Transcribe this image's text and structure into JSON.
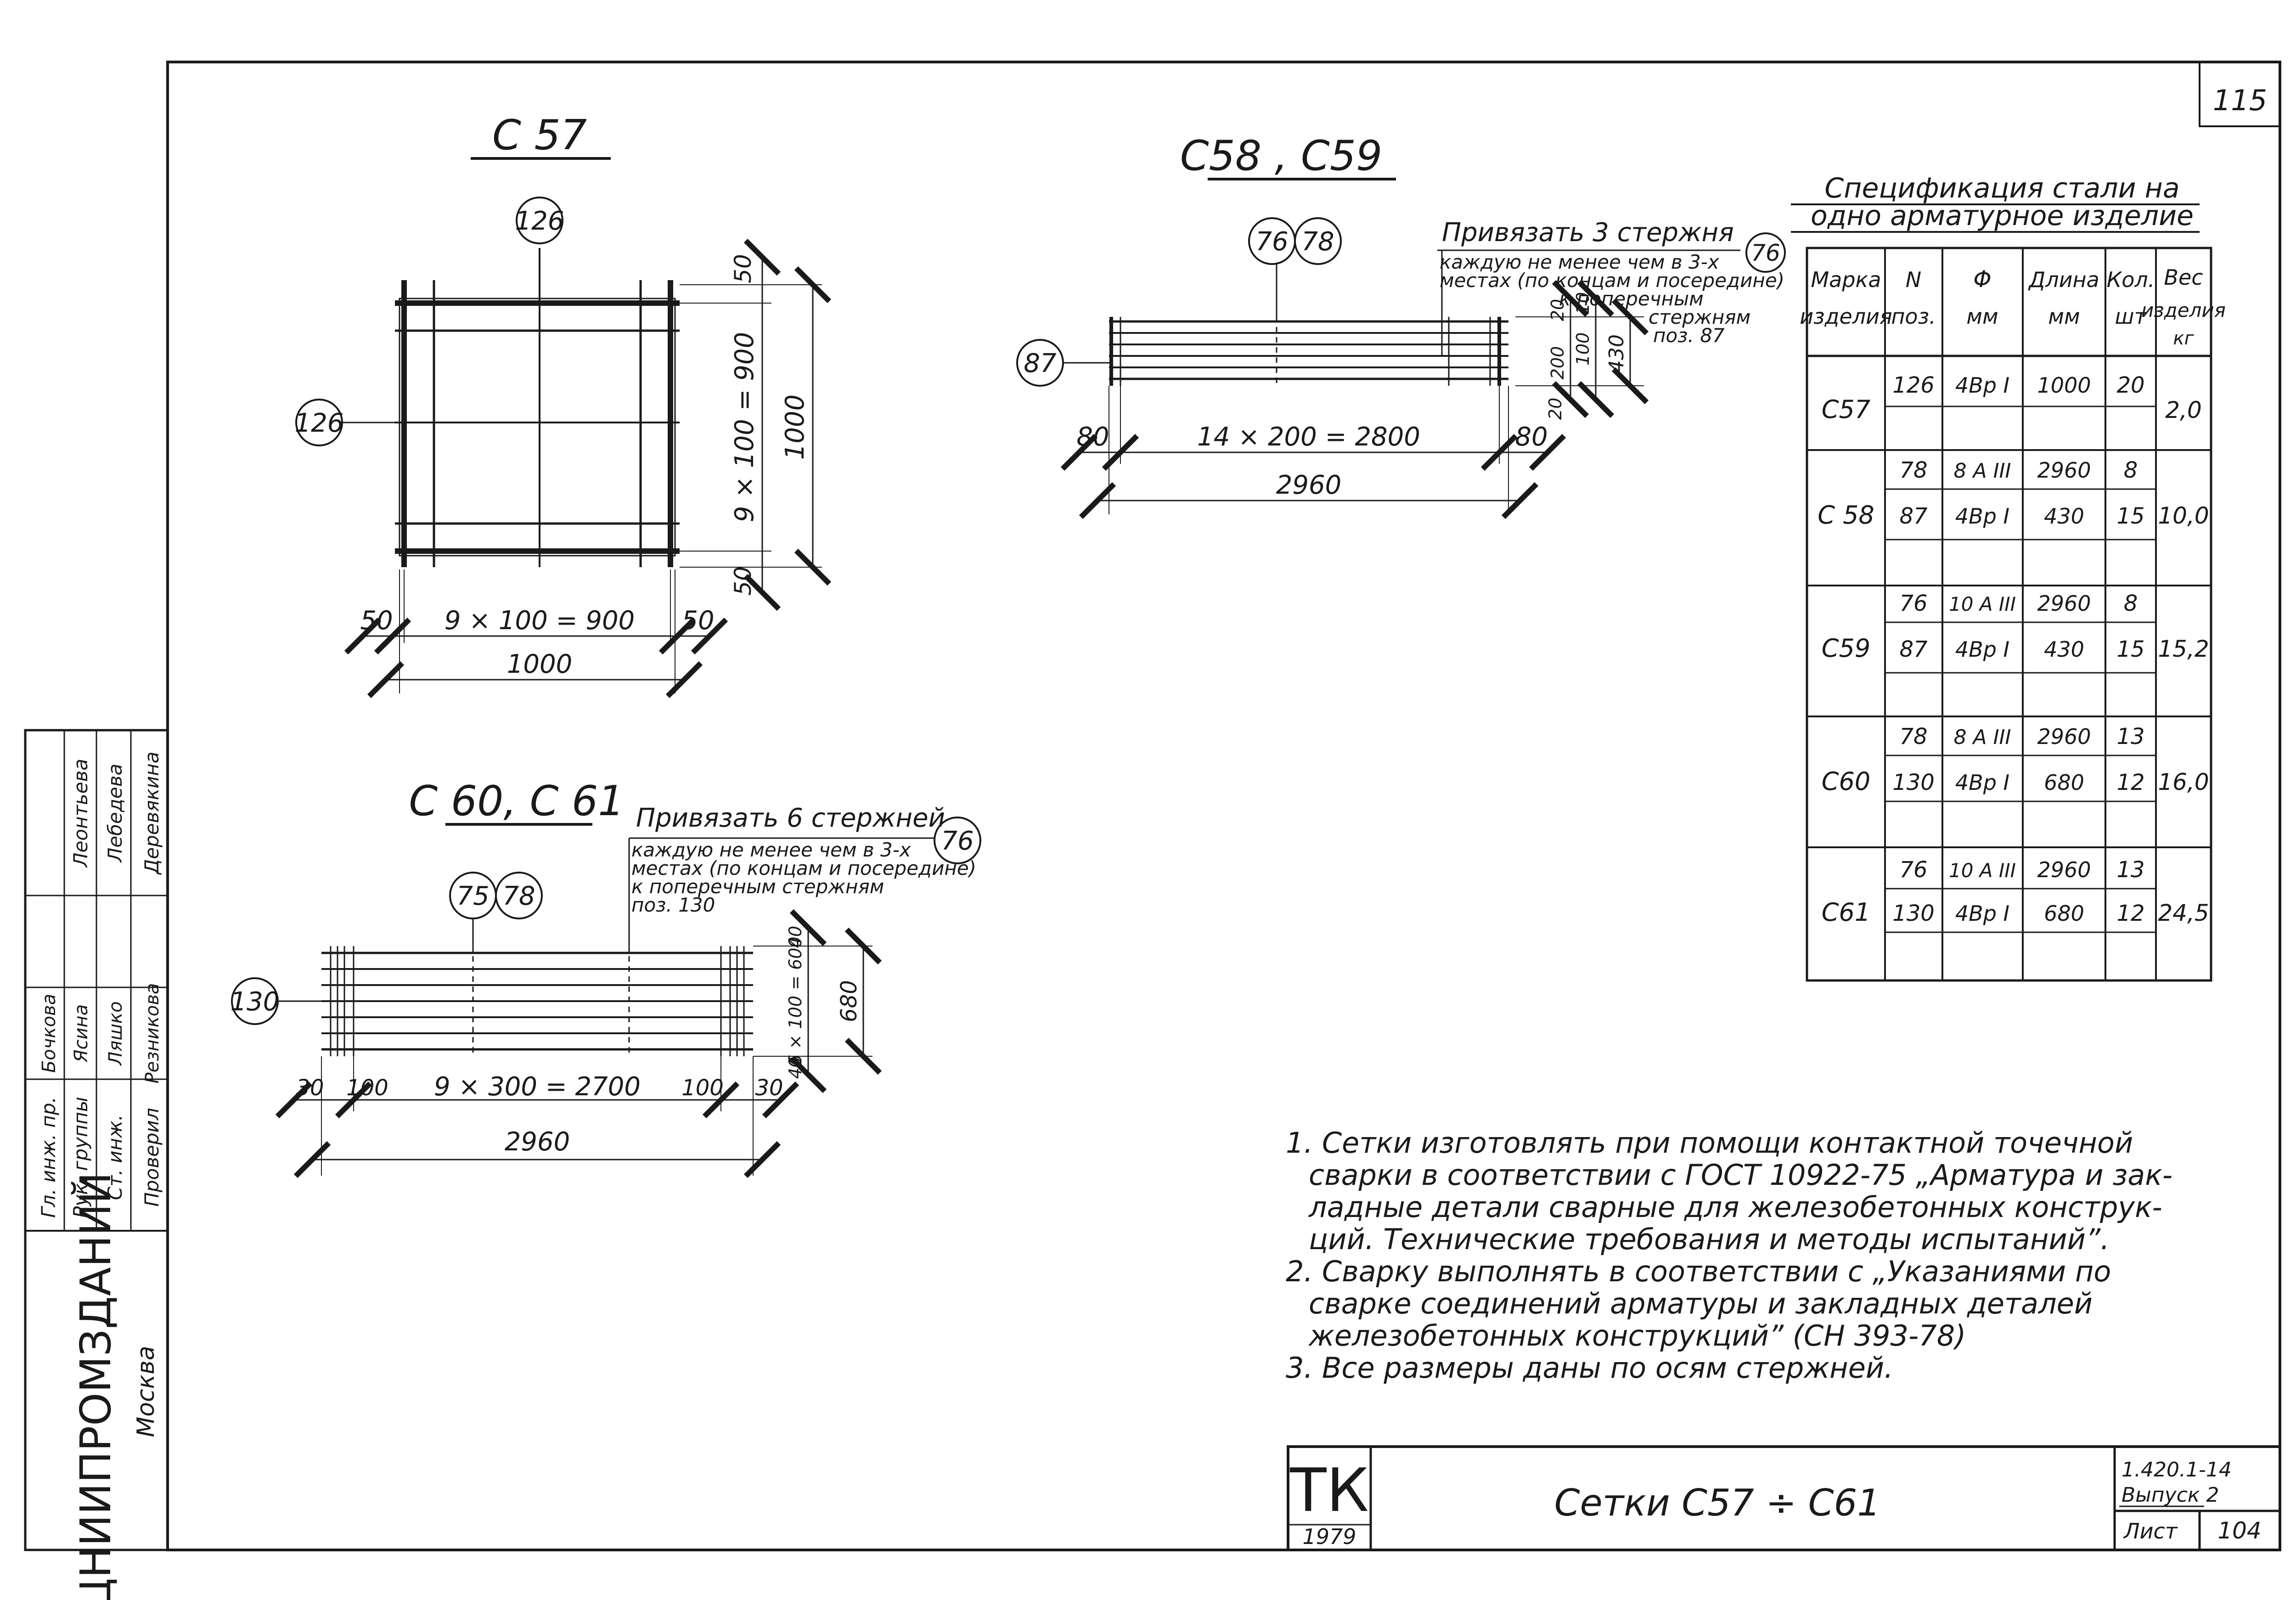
{
  "sheet": {
    "corner_page": "115",
    "drawing_title": "Сетки  С57 ÷ С61",
    "series_code": "1.420.1-14",
    "issue_label": "Выпуск 2",
    "sheet_label": "Лист",
    "sheet_number": "104",
    "stamp_mark": "ТК",
    "stamp_year": "1979"
  },
  "side_stamp": {
    "org": "ЦНИИПРОМЗДАНИЙ",
    "city": "Москва",
    "roles": [
      "Гл. инж. пр.",
      "Рук. группы",
      "Ст. инж.",
      "Проверил"
    ],
    "names": [
      "Бочкова",
      "Ясина",
      "Ляшко",
      "Резникова"
    ],
    "line_names": [
      "Леонтьева",
      "Лебедева",
      "Деревякина"
    ]
  },
  "views": {
    "c57": {
      "title": "С 57",
      "pos_top": "126",
      "pos_left": "126",
      "dim_50a": "50",
      "dim_50b": "50",
      "dim_bottom_inner": "9 × 100 = 900",
      "dim_bottom_total": "1000",
      "dim_side_top": "50",
      "dim_side_bottom": "50",
      "dim_side_inner": "9 × 100 = 900",
      "dim_side_total": "1000"
    },
    "c58": {
      "title": "С58 , С59",
      "pos_a": "76",
      "pos_b": "78",
      "pos_left": "87",
      "pos_right": "76",
      "note_title": "Привязать 3 стержня",
      "note_lines": [
        "каждую не менее чем в 3-х",
        "местах (по концам и посередине)",
        "к поперечным",
        "стержням",
        "поз. 87"
      ],
      "dim_left": "80",
      "dim_right": "80",
      "dim_inner": "14 × 200 = 2800",
      "dim_total": "2960",
      "dim_side_a": "20",
      "dim_side_b": "200",
      "dim_side_c": "100",
      "dim_side_d": "10",
      "dim_side_e": "20",
      "dim_side_total": "430"
    },
    "c60": {
      "title": "С 60, С 61",
      "pos_a": "75",
      "pos_b": "78",
      "pos_left": "130",
      "pos_right": "76",
      "note_title": "Привязать 6 стержней",
      "note_lines": [
        "каждую не менее чем в 3-х",
        "местах (по концам и посередине)",
        "к поперечным стержням",
        "поз. 130"
      ],
      "dim_30a": "30",
      "dim_100a": "100",
      "dim_inner": "9 × 300 = 2700",
      "dim_100b": "100",
      "dim_30b": "30",
      "dim_total": "2960",
      "dim_side_top": "40",
      "dim_side_inner": "6 × 100 = 600",
      "dim_side_bottom": "40",
      "dim_side_total": "680"
    }
  },
  "spec": {
    "title_line1": "Спецификация  стали  на",
    "title_line2": "одно  арматурное  изделие",
    "headers": [
      [
        "Марка",
        "изделия"
      ],
      [
        "N",
        "поз."
      ],
      [
        "Φ",
        "мм"
      ],
      [
        "Длина",
        "мм"
      ],
      [
        "Кол.",
        "шт"
      ],
      [
        "Вес",
        "изделия",
        "кг"
      ]
    ],
    "groups": [
      {
        "mark": "С57",
        "weight": "2,0",
        "rows": [
          [
            "126",
            "4Bр I",
            "1000",
            "20"
          ]
        ]
      },
      {
        "mark": "С 58",
        "weight": "10,0",
        "rows": [
          [
            "78",
            "8 A III",
            "2960",
            "8"
          ],
          [
            "87",
            "4Bр I",
            "430",
            "15"
          ]
        ]
      },
      {
        "mark": "С59",
        "weight": "15,2",
        "rows": [
          [
            "76",
            "10 A III",
            "2960",
            "8"
          ],
          [
            "87",
            "4Bр I",
            "430",
            "15"
          ]
        ]
      },
      {
        "mark": "С60",
        "weight": "16,0",
        "rows": [
          [
            "78",
            "8 A III",
            "2960",
            "13"
          ],
          [
            "130",
            "4Bр I",
            "680",
            "12"
          ]
        ]
      },
      {
        "mark": "С61",
        "weight": "24,5",
        "rows": [
          [
            "76",
            "10 A III",
            "2960",
            "13"
          ],
          [
            "130",
            "4Bр I",
            "680",
            "12"
          ]
        ]
      }
    ]
  },
  "notes": [
    "1. Сетки изготовлять при помощи контактной точечной",
    "сварки в соответствии с ГОСТ 10922-75 „Арматура и зак-",
    "ладные детали сварные для железобетонных конструк-",
    "ций. Технические требования и методы испытаний”.",
    "2. Сварку выполнять в соответствии с „Указаниями по",
    "сварке соединений арматуры и закладных деталей",
    "железобетонных конструкций” (СН 393-78)",
    "3. Все размеры даны по осям стержней."
  ]
}
